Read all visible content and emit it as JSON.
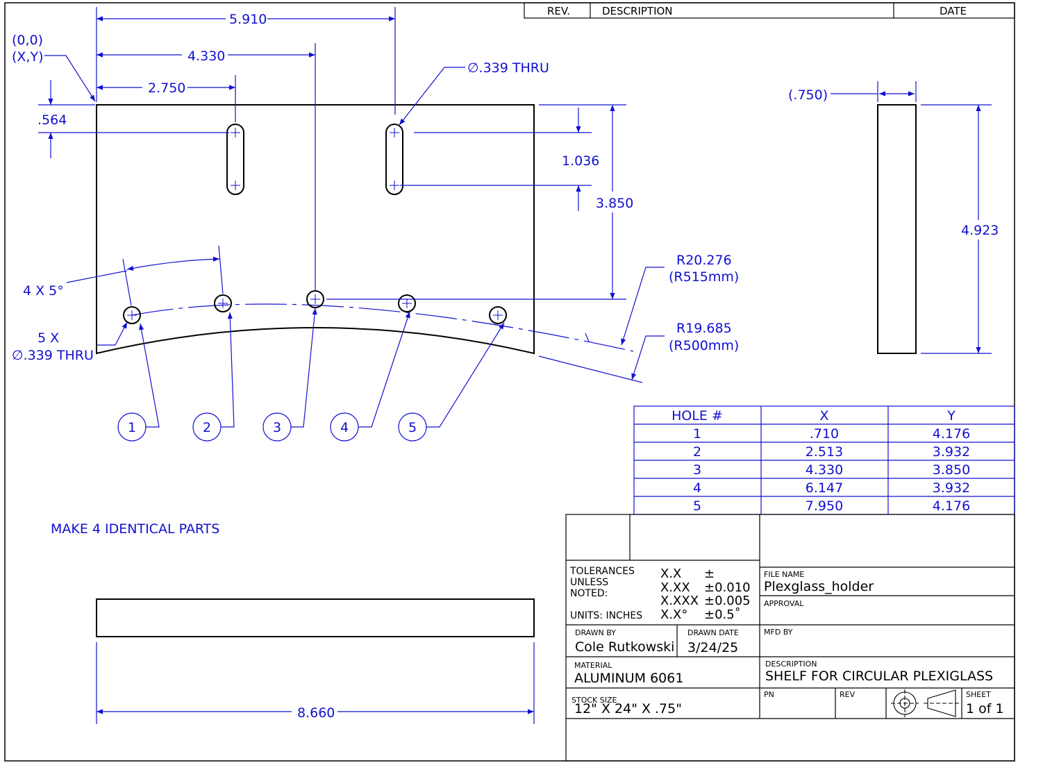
{
  "revision_block": {
    "rev_header": "REV.",
    "description_header": "DESCRIPTION",
    "date_header": "DATE"
  },
  "dimensions": {
    "d_5910": "5.910",
    "d_4330": "4.330",
    "d_2750": "2.750",
    "origin_line1": "(0,0)",
    "origin_line2": "(X,Y)",
    "d_564": ".564",
    "slot_hole": "∅.339 THRU",
    "d_1036": "1.036",
    "d_3850": "3.850",
    "angle": "4 X 5°",
    "holes_count": "5 X",
    "holes_dia": "∅.339 THRU",
    "r_outer_in": "R20.276",
    "r_outer_mm": "(R515mm)",
    "r_inner_in": "R19.685",
    "r_inner_mm": "(R500mm)",
    "thickness": "(.750)",
    "d_4923": "4.923",
    "d_8660": "8.660"
  },
  "balloons": [
    "1",
    "2",
    "3",
    "4",
    "5"
  ],
  "note": "MAKE 4 IDENTICAL PARTS",
  "hole_table": {
    "headers": [
      "HOLE #",
      "X",
      "Y"
    ],
    "rows": [
      [
        "1",
        ".710",
        "4.176"
      ],
      [
        "2",
        "2.513",
        "3.932"
      ],
      [
        "3",
        "4.330",
        "3.850"
      ],
      [
        "4",
        "6.147",
        "3.932"
      ],
      [
        "5",
        "7.950",
        "4.176"
      ]
    ]
  },
  "title_block": {
    "tolerances_label": "TOLERANCES\nUNLESS\nNOTED:",
    "tol_xx": "X.X",
    "tol_xx_val": "±",
    "tol_xxx": "X.XX",
    "tol_xxx_val": "±0.010",
    "tol_xxxx": "X.XXX",
    "tol_xxxx_val": "±0.005",
    "tol_angle": "X.X°",
    "tol_angle_val": "±0.5˚",
    "units": "UNITS: INCHES",
    "file_name_label": "FILE NAME",
    "file_name": "Plexglass_holder",
    "approval_label": "APPROVAL",
    "drawn_by_label": "DRAWN BY",
    "drawn_by": "Cole Rutkowski",
    "drawn_date_label": "DRAWN DATE",
    "drawn_date": "3/24/25",
    "mfd_by_label": "MFD BY",
    "material_label": "MATERIAL",
    "material": "ALUMINUM 6061",
    "description_label": "DESCRIPTION",
    "description": "SHELF FOR CIRCULAR PLEXIGLASS",
    "stock_size_label": "STOCK SIZE",
    "stock_size": "12\" X 24\" X .75\"",
    "pn_label": "PN",
    "rev_label": "REV",
    "sheet_label": "SHEET",
    "sheet": "1 of 1"
  },
  "colors": {
    "dimension": "#1010d0",
    "geometry": "#000000"
  }
}
